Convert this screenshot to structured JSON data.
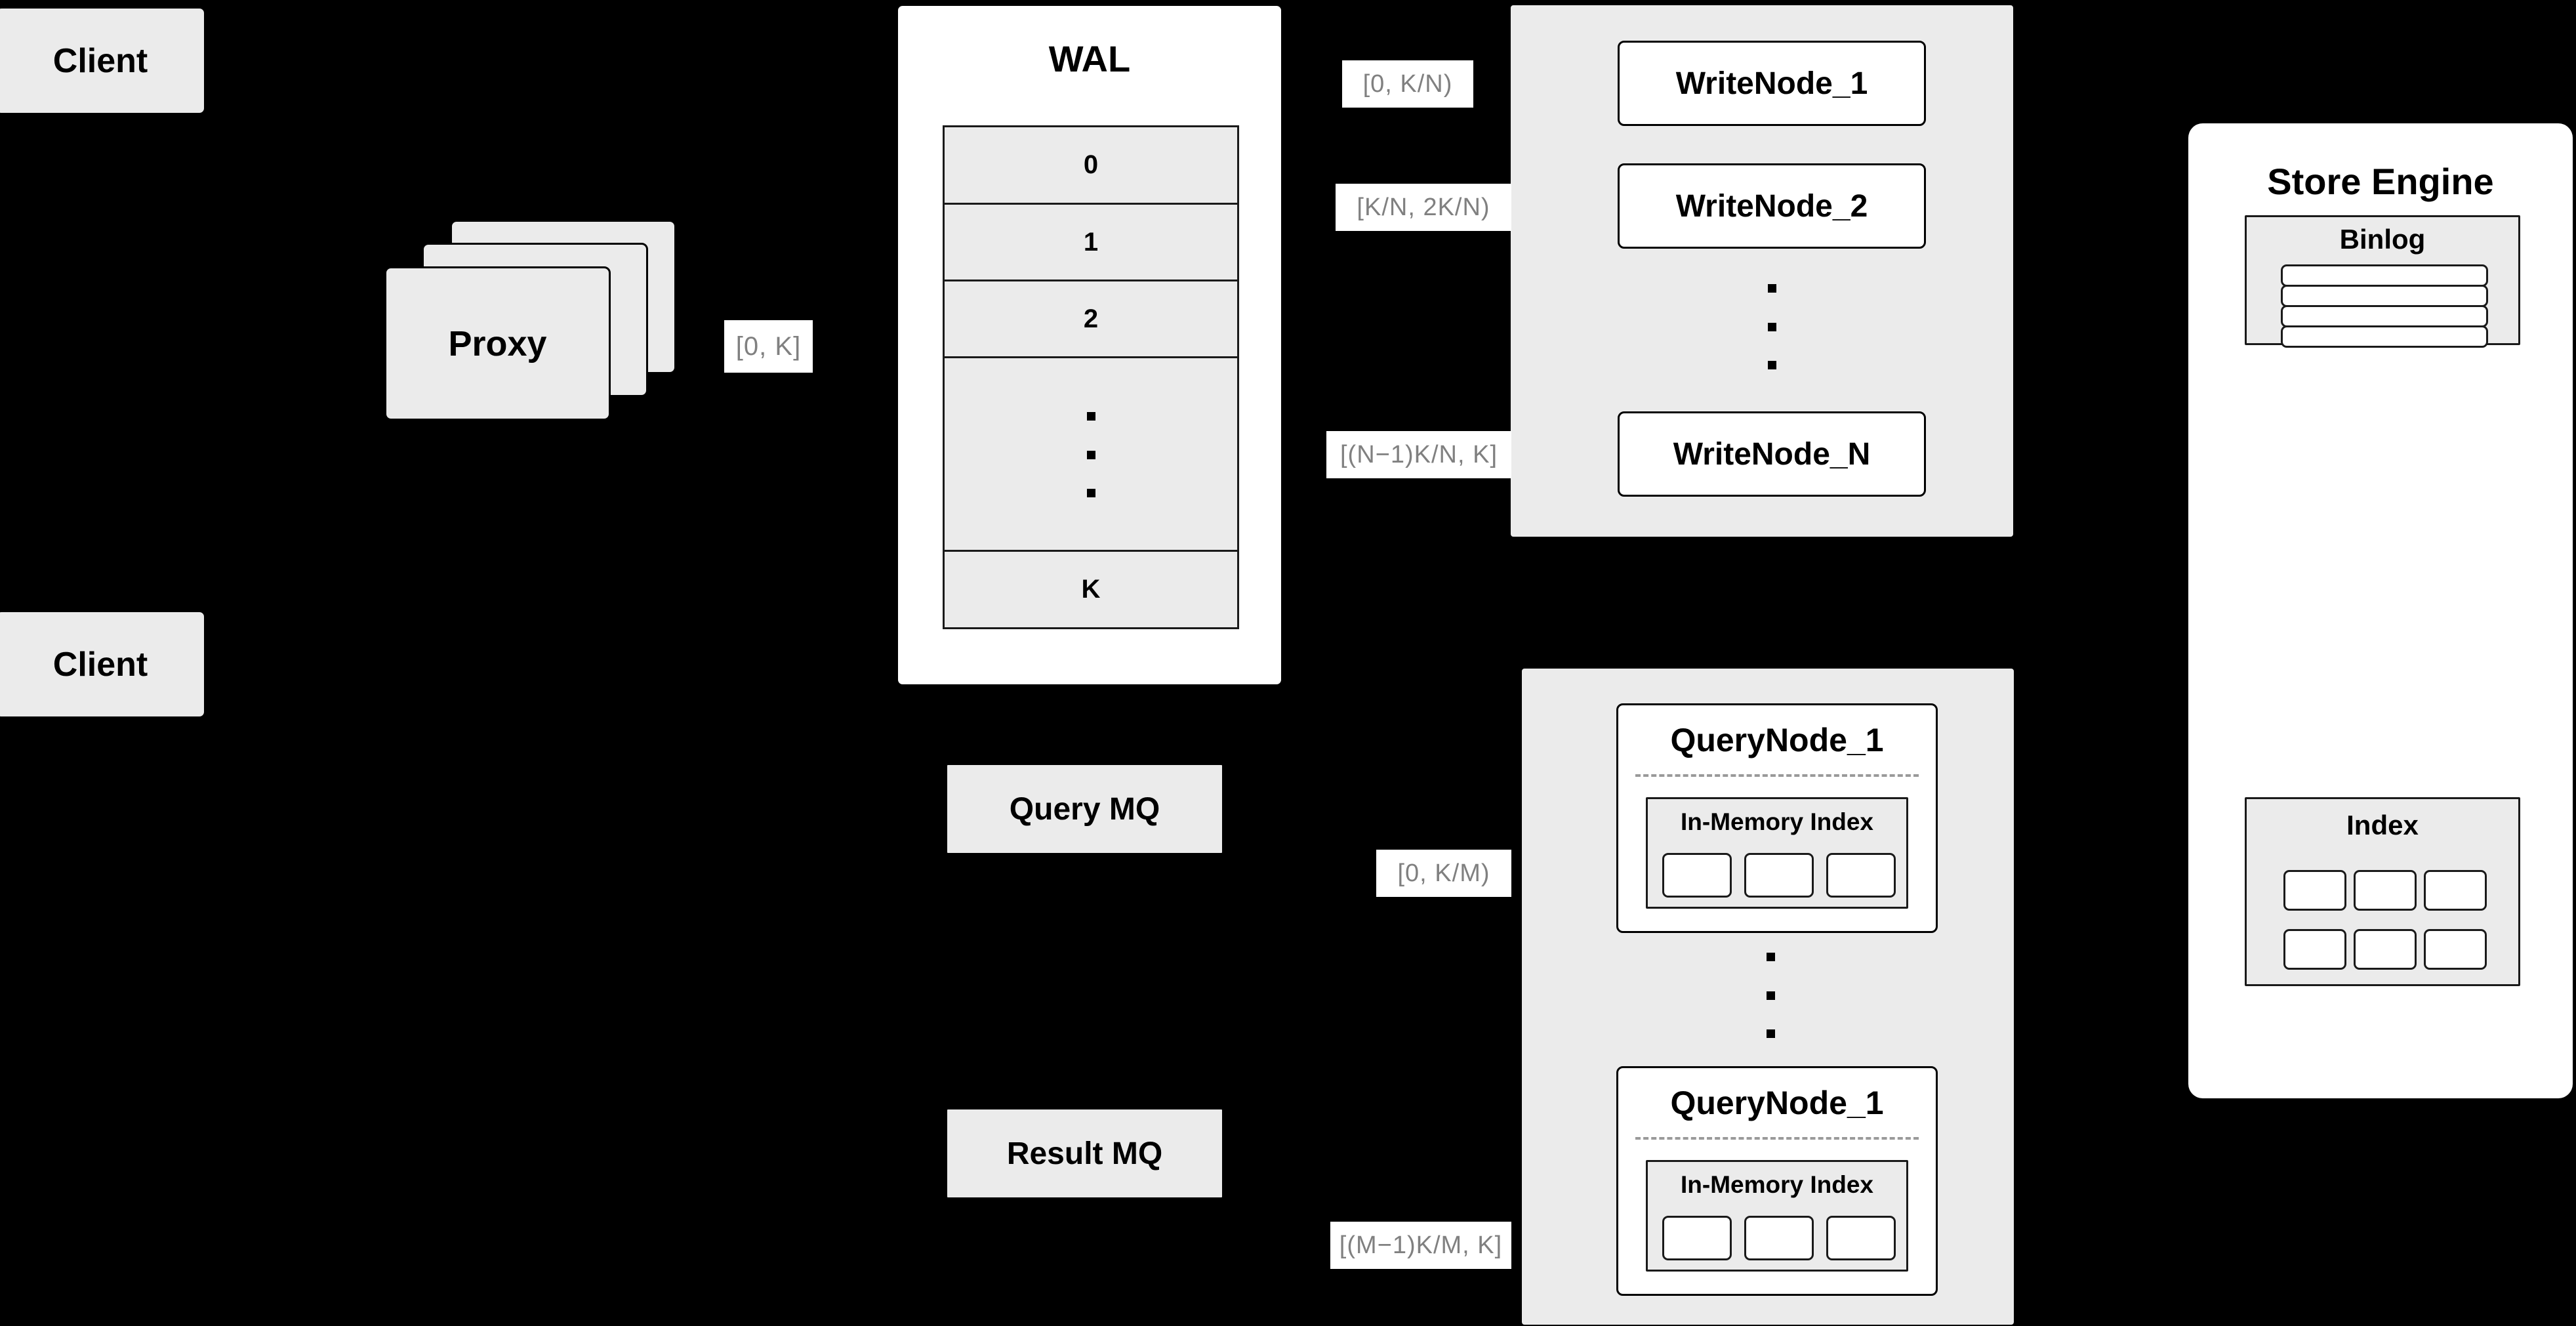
{
  "diagram": {
    "background_color": "#000000",
    "node_fill": "#ebebeb",
    "node_white": "#ffffff",
    "label_text_color": "#808080"
  },
  "clients": [
    {
      "label": "Client"
    },
    {
      "label": "Client"
    }
  ],
  "proxy": {
    "label": "Proxy",
    "stack_count": 3,
    "interval_label": "[0, K]"
  },
  "wal": {
    "title": "WAL",
    "rows": [
      "0",
      "1",
      "2",
      "⋮",
      "K"
    ],
    "ellipsis_row_index": 3
  },
  "write_cluster": {
    "nodes": [
      {
        "label": "WriteNode_1",
        "interval_label": "[0,  K/N)"
      },
      {
        "label": "WriteNode_2",
        "interval_label": "[K/N, 2K/N)"
      },
      {
        "label": "WriteNode_N",
        "interval_label": "[(N−1)K/N,  K]"
      }
    ],
    "ellipsis_between": true
  },
  "queues": [
    {
      "label": "Query MQ"
    },
    {
      "label": "Result MQ"
    }
  ],
  "query_cluster": {
    "nodes": [
      {
        "label": "QueryNode_1",
        "interval_label": "[0, K/M)",
        "memory_index": {
          "label": "In-Memory Index",
          "cell_count": 3
        }
      },
      {
        "label": "QueryNode_1",
        "interval_label": "[(M−1)K/M, K]",
        "memory_index": {
          "label": "In-Memory Index",
          "cell_count": 3
        }
      }
    ],
    "ellipsis_between": true
  },
  "store_engine": {
    "title": "Store Engine",
    "binlog": {
      "title": "Binlog",
      "row_count": 4
    },
    "index": {
      "title": "Index",
      "rows": 2,
      "cols": 3
    }
  }
}
